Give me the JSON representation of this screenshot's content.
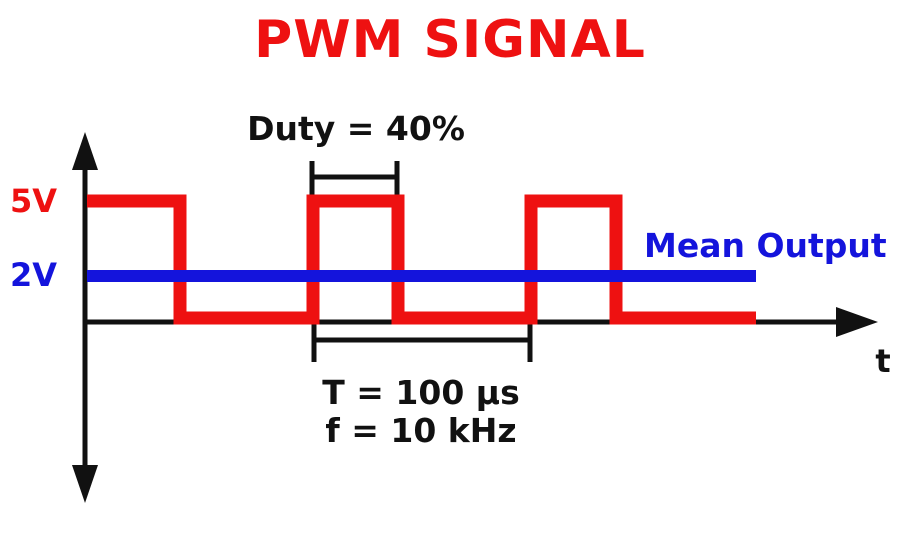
{
  "title": "PWM SIGNAL",
  "labels": {
    "duty": "Duty = 40%",
    "high_level": "5V",
    "mean_level": "2V",
    "mean_output": "Mean Output",
    "period": "T = 100 µs",
    "frequency": "f = 10 kHz",
    "time_axis": "t"
  },
  "colors": {
    "red": "#EE1111",
    "blue": "#1414DC",
    "black": "#111111",
    "background": "#FFFFFF"
  },
  "chart_data": {
    "type": "line",
    "title": "PWM SIGNAL",
    "xlabel": "t",
    "ylabel": "",
    "x_unit": "µs",
    "y_unit": "V",
    "grid": false,
    "duty_cycle_pct": 40,
    "period_us": 100,
    "frequency_khz": 10,
    "high_voltage_v": 5,
    "low_voltage_v": 0,
    "mean_output_v": 2,
    "y_tick_labels": [
      "5V",
      "2V"
    ],
    "series": [
      {
        "name": "PWM signal",
        "color": "#EE1111",
        "shape": "square-wave",
        "points_t_us_v": [
          [
            0,
            5
          ],
          [
            40,
            5
          ],
          [
            40,
            0
          ],
          [
            100,
            0
          ],
          [
            100,
            5
          ],
          [
            140,
            5
          ],
          [
            140,
            0
          ],
          [
            200,
            0
          ],
          [
            200,
            5
          ],
          [
            240,
            5
          ],
          [
            240,
            0
          ],
          [
            300,
            0
          ]
        ]
      },
      {
        "name": "Mean Output",
        "color": "#1414DC",
        "shape": "constant",
        "value_v": 2
      }
    ],
    "annotations": [
      "Duty = 40%",
      "T = 100 µs",
      "f = 10 kHz",
      "Mean Output"
    ]
  }
}
